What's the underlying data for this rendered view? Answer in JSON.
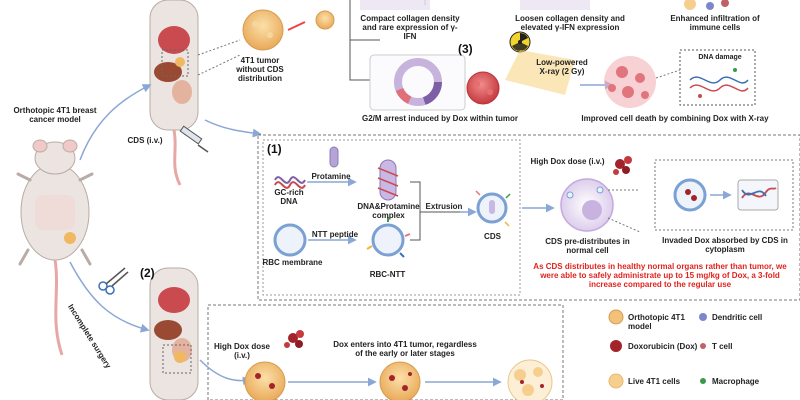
{
  "top_row": {
    "tumor_label": "4T1 tumor without CDS distribution",
    "compact_label": "Compact collagen density and rare expression of γ-IFN",
    "loosen_label": "Loosen collagen density and elevated γ-IFN expression",
    "immune_label": "Enhanced infiltration of immune cells"
  },
  "mouse_model_label": "Orthotopic 4T1 breast cancer model",
  "cds_iv_label": "CDS (i.v.)",
  "step3": {
    "number": "(3)",
    "xray_label": "Low-powered X-ray (2 Gy)",
    "dna_damage_label": "DNA damage",
    "g2m_label": "G2/M arrest induced by Dox within tumor",
    "improved_label": "Improved cell death by combining Dox with X-ray"
  },
  "step1": {
    "number": "(1)",
    "gc_dna_label": "GC-rich DNA",
    "protamine_label": "Protamine",
    "complex_label": "DNA&Protamine complex",
    "extrusion_label": "Extrusion",
    "rbc_membrane_label": "RBC membrane",
    "ntt_peptide_label": "NTT peptide",
    "rbc_ntt_label": "RBC-NTT",
    "cds_label": "CDS",
    "high_dox_label": "High Dox dose (i.v.)",
    "cds_predistributes_label": "CDS pre-distributes in normal cell",
    "invaded_label": "Invaded Dox absorbed by CDS in cytoplasm",
    "note": "As CDS distributes in healthy normal organs rather than tumor, we were able to safely administrate up to 15 mg/kg of Dox, a 3-fold increase compared to the regular use"
  },
  "step2": {
    "number": "(2)",
    "incomplete_surgery_label": "Incomplete surgery",
    "high_dox_label": "High Dox dose (i.v.)",
    "dox_enters_label": "Dox enters into 4T1 tumor, regardless of the early or later stages"
  },
  "legend": {
    "items": [
      {
        "label": "Orthotopic 4T1 model",
        "color": "#f3c27a"
      },
      {
        "label": "Dendritic cell",
        "color": "#7d86c9"
      },
      {
        "label": "Doxorubicin (Dox)",
        "color": "#a3232b"
      },
      {
        "label": "T cell",
        "color": "#c0616a"
      },
      {
        "label": "Live 4T1 cells",
        "color": "#f6cf8e"
      },
      {
        "label": "Macrophage",
        "color": "#3a9a48"
      }
    ]
  }
}
